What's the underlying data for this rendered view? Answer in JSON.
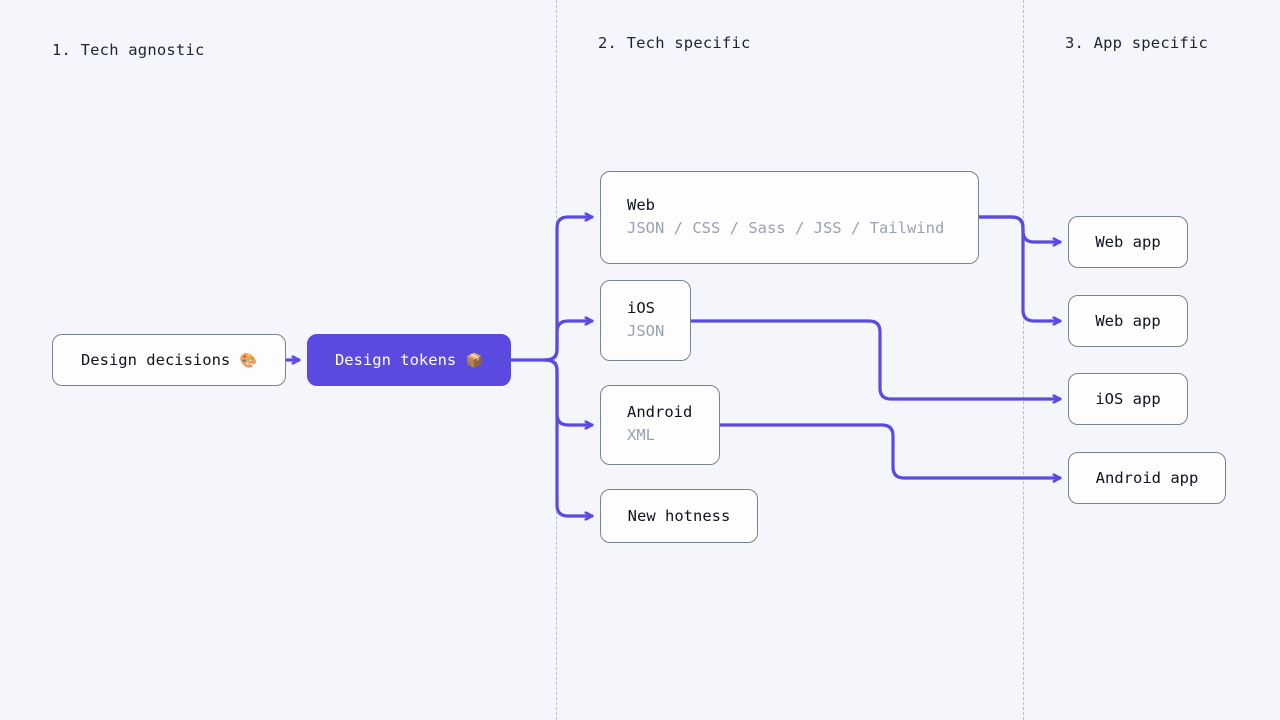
{
  "canvas": {
    "background": "#f4f6fb",
    "accent_color": "#5b4ae0",
    "node_border_color": "#79838f",
    "divider_color": "#b9bfcc",
    "subtitle_color": "#9aa2b1"
  },
  "columns": [
    {
      "label": "1. Tech agnostic"
    },
    {
      "label": "2. Tech specific"
    },
    {
      "label": "3. App specific"
    }
  ],
  "nodes": {
    "design_decisions": {
      "title": "Design decisions",
      "emoji": "🎨"
    },
    "design_tokens": {
      "title": "Design tokens",
      "emoji": "📦"
    },
    "web": {
      "title": "Web",
      "subtitle": "JSON / CSS / Sass / JSS / Tailwind"
    },
    "ios": {
      "title": "iOS",
      "subtitle": "JSON"
    },
    "android": {
      "title": "Android",
      "subtitle": "XML"
    },
    "new_hotness": {
      "title": "New hotness"
    },
    "web_app_1": {
      "title": "Web app"
    },
    "web_app_2": {
      "title": "Web app"
    },
    "ios_app": {
      "title": "iOS app"
    },
    "android_app": {
      "title": "Android app"
    }
  }
}
